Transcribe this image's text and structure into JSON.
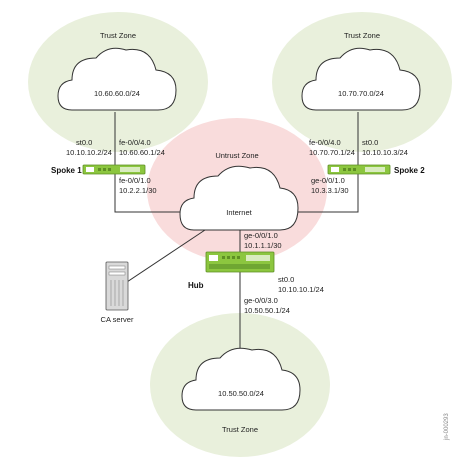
{
  "zones": {
    "trust_top_left": "Trust Zone",
    "trust_top_right": "Trust Zone",
    "untrust": "Untrust Zone",
    "trust_bottom": "Trust Zone"
  },
  "clouds": {
    "top_left": "10.60.60.0/24",
    "top_right": "10.70.70.0/24",
    "internet": "Internet",
    "bottom": "10.50.50.0/24"
  },
  "devices": {
    "spoke1": "Spoke 1",
    "spoke2": "Spoke 2",
    "hub": "Hub",
    "ca_server": "CA server"
  },
  "spoke1": {
    "st_if": "st0.0",
    "st_ip": "10.10.10.2/24",
    "lan_if": "fe-0/0/4.0",
    "lan_ip": "10.60.60.1/24",
    "wan_if": "fe-0/0/1.0",
    "wan_ip": "10.2.2.1/30"
  },
  "spoke2": {
    "lan_if": "fe-0/0/4.0",
    "lan_ip": "10.70.70.1/24",
    "st_if": "st0.0",
    "st_ip": "10.10.10.3/24",
    "wan_if": "ge-0/0/1.0",
    "wan_ip": "10.3.3.1/30"
  },
  "hub": {
    "wan_if": "ge-0/0/1.0",
    "wan_ip": "10.1.1.1/30",
    "st_if": "st0.0",
    "st_ip": "10.10.10.1/24",
    "lan_if": "ge-0/0/3.0",
    "lan_ip": "10.50.50.1/24"
  },
  "doc_id": "jn-000293",
  "colors": {
    "trust_zone": "#e9f0dc",
    "untrust_zone": "#f9dcdc",
    "device": "#8cc63f",
    "device_dark": "#5e8f24",
    "line": "#333333"
  }
}
